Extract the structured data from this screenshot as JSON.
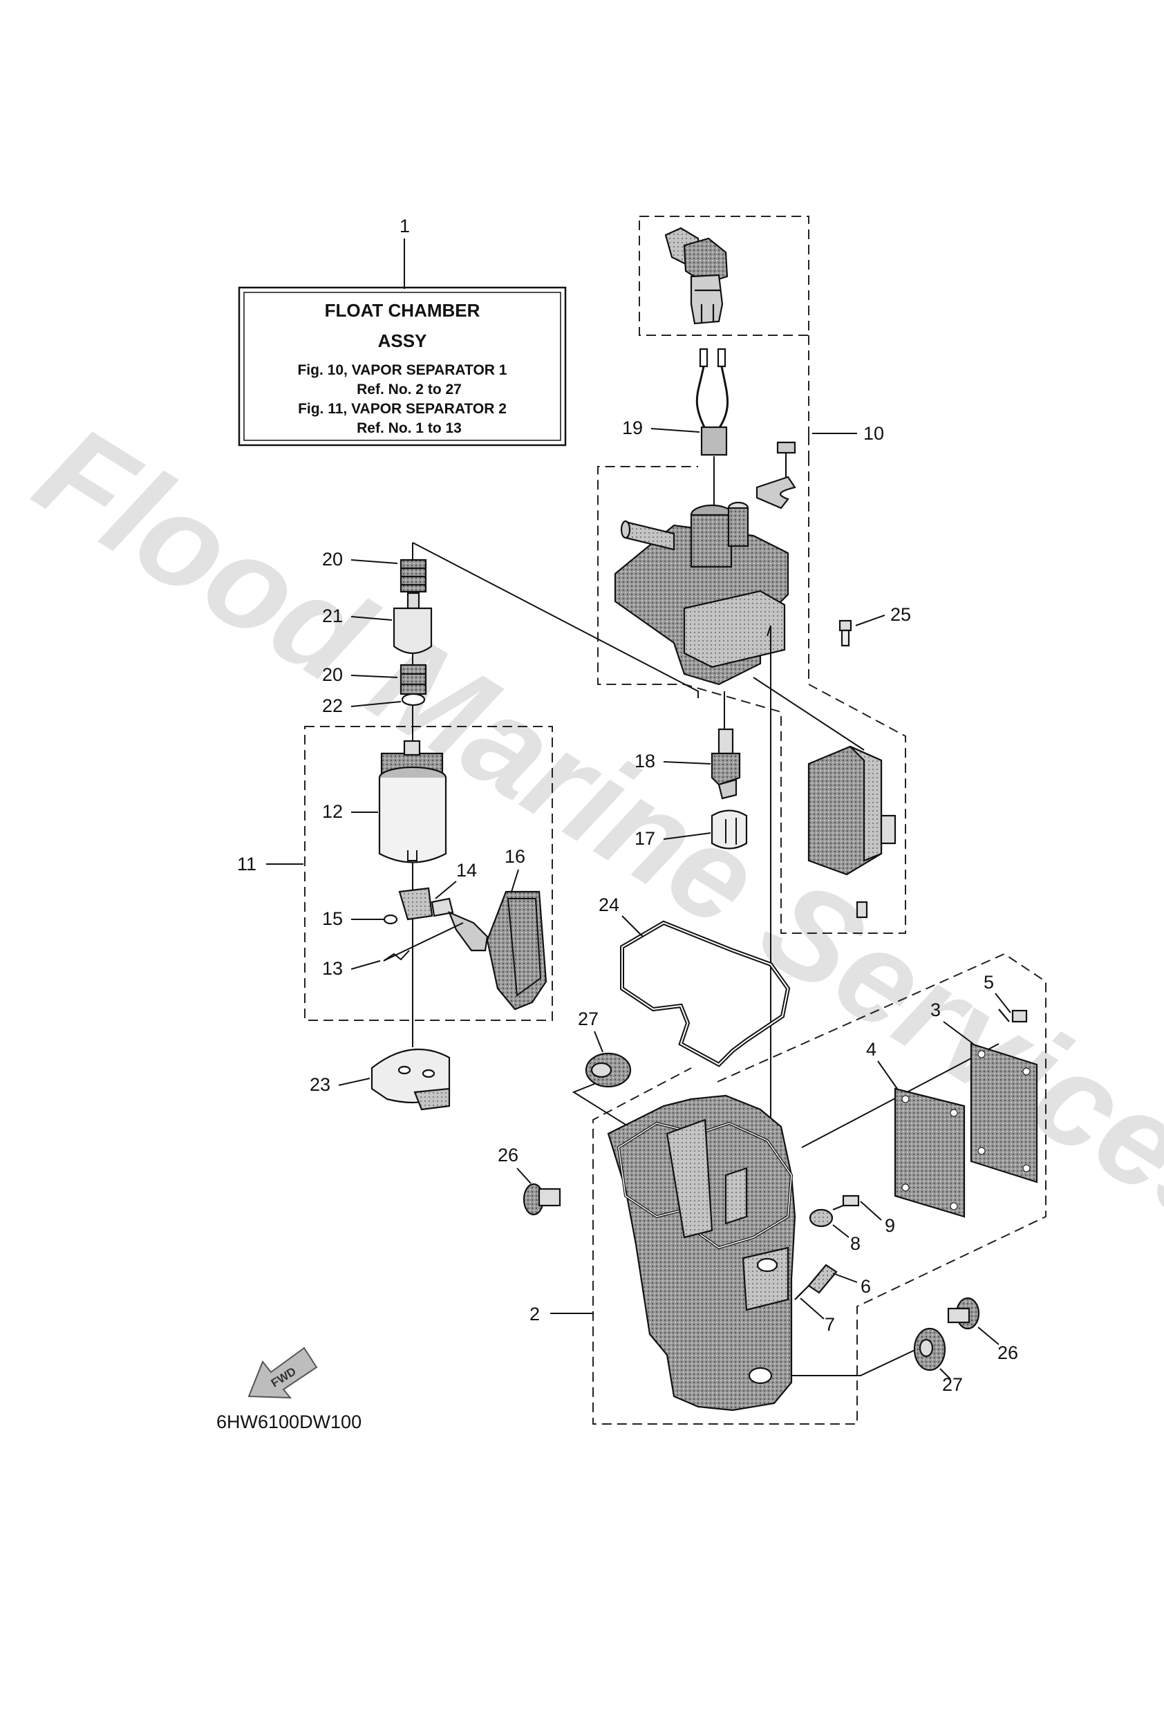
{
  "diagram": {
    "info_box": {
      "callout": "1",
      "title_line1": "FLOAT CHAMBER",
      "title_line2": "ASSY",
      "line1": "Fig. 10, VAPOR SEPARATOR 1",
      "line2": "Ref. No. 2 to 27",
      "line3": "Fig. 11, VAPOR SEPARATOR 2",
      "line4": "Ref. No. 1 to 13"
    },
    "callouts": [
      "2",
      "3",
      "4",
      "5",
      "6",
      "7",
      "8",
      "9",
      "10",
      "11",
      "12",
      "13",
      "14",
      "15",
      "16",
      "17",
      "18",
      "19",
      "20",
      "20",
      "21",
      "22",
      "23",
      "24",
      "25",
      "26",
      "26",
      "27",
      "27"
    ],
    "fwd_label": "FWD",
    "diagram_code": "6HW6100DW100",
    "watermark": "Flood Marine Services"
  }
}
